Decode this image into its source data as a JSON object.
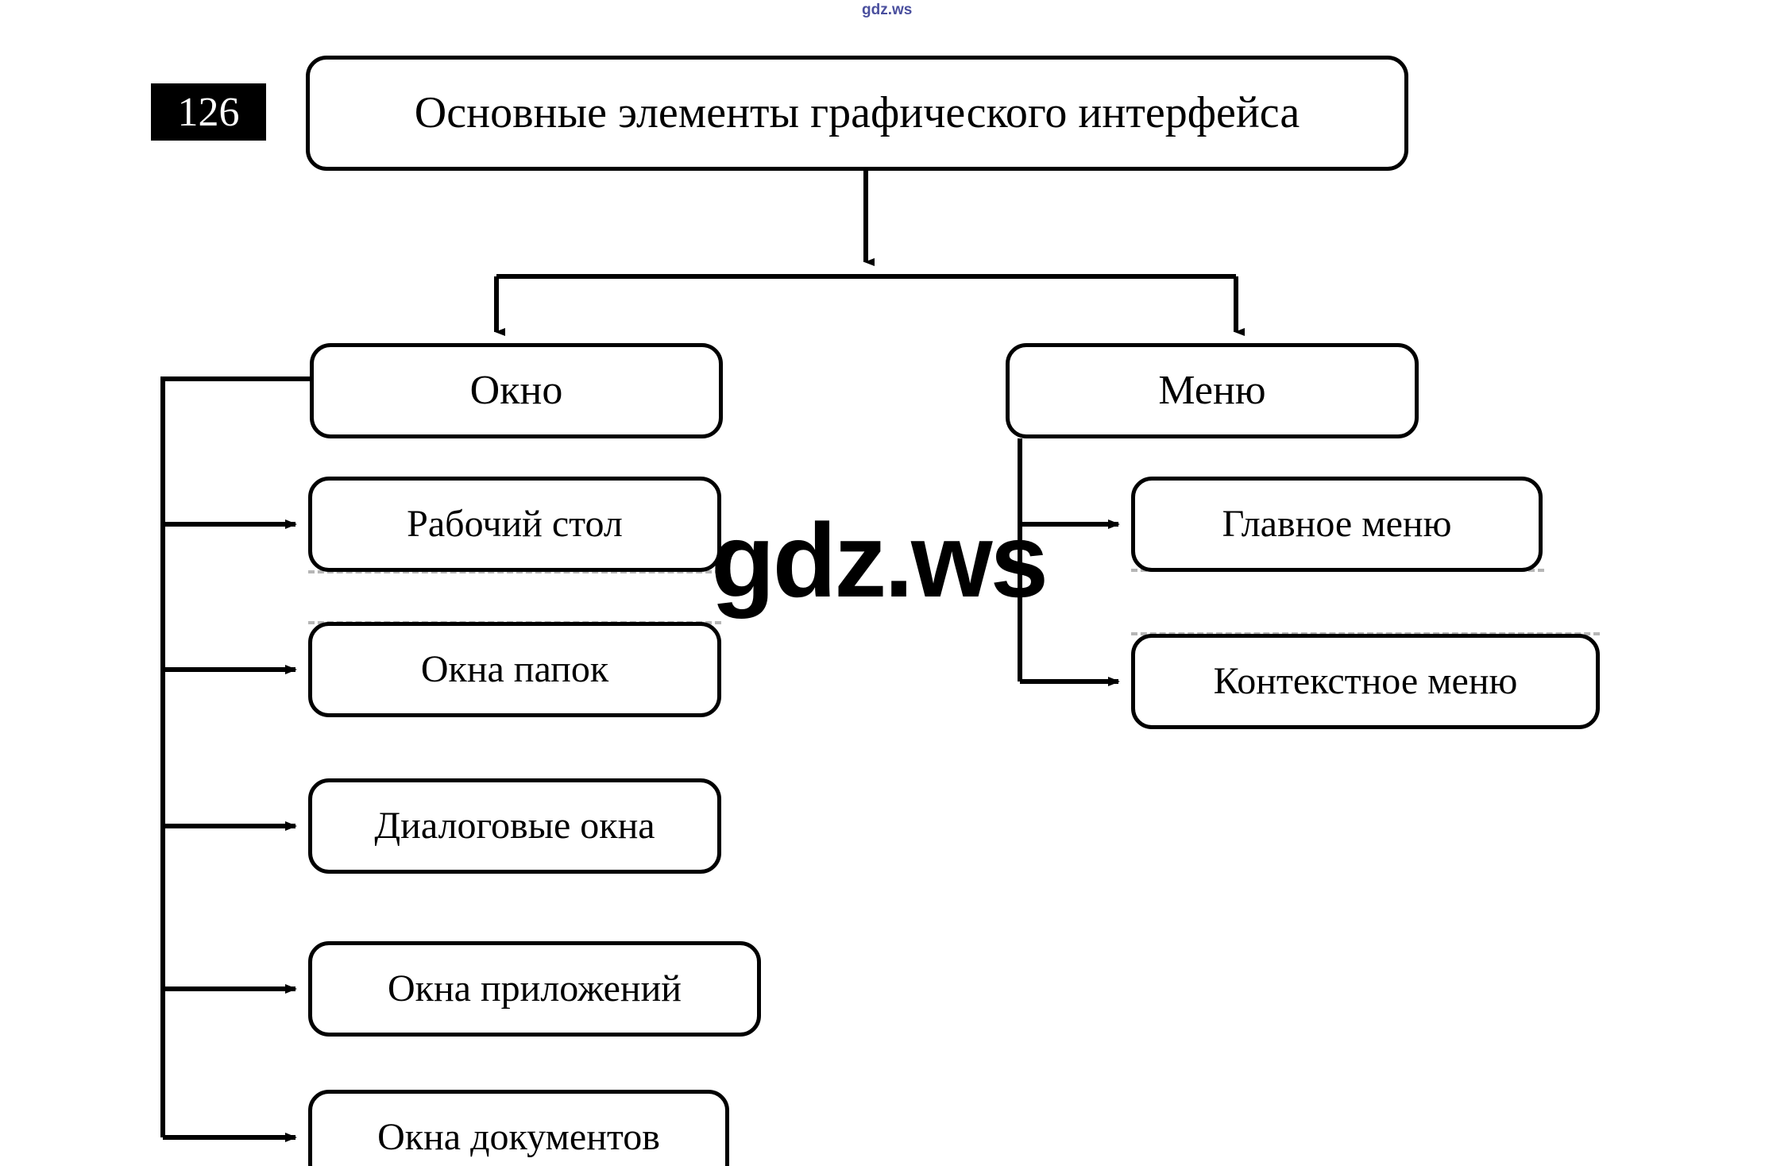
{
  "page": {
    "exercise_number": "126",
    "background_color": "#ffffff",
    "line_color": "#000000"
  },
  "watermarks": {
    "main": "gdz.ws",
    "top": "gdz.ws",
    "main_color": "#000000",
    "top_color": "#4a4f9e"
  },
  "diagram": {
    "type": "tree",
    "root": {
      "label": "Основные элементы графического интерфейса"
    },
    "branches": [
      {
        "label": "Окно",
        "children": [
          {
            "label": "Рабочий стол"
          },
          {
            "label": "Окна папок"
          },
          {
            "label": "Диалоговые окна"
          },
          {
            "label": "Окна приложений"
          },
          {
            "label": "Окна документов"
          }
        ]
      },
      {
        "label": "Меню",
        "children": [
          {
            "label": "Главное меню"
          },
          {
            "label": "Контекстное меню"
          }
        ]
      }
    ]
  }
}
